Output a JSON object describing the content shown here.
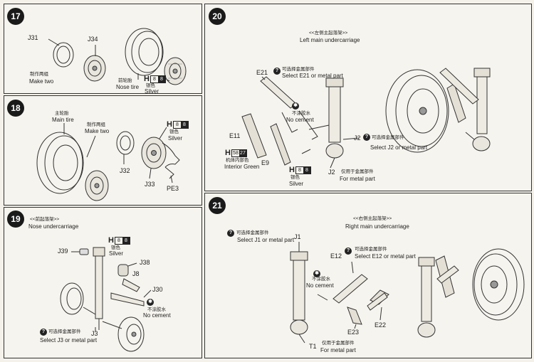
{
  "steps": {
    "s17": {
      "number": "17",
      "parts": {
        "j31": "J31",
        "j34": "J34"
      },
      "make_two": {
        "cn": "制作两组",
        "en": "Make two"
      },
      "nose_tire": {
        "cn": "前轮胎",
        "en": "Nose tire"
      },
      "paint": {
        "h": "H",
        "code": "8",
        "mark": "8",
        "cn": "银色",
        "en": "Silver"
      }
    },
    "s18": {
      "number": "18",
      "main_tire": {
        "cn": "主轮胎",
        "en": "Main tire"
      },
      "make_two": {
        "cn": "制作两组",
        "en": "Make two"
      },
      "paint": {
        "h": "H",
        "code": "8",
        "mark": "8",
        "cn": "银色",
        "en": "Silver"
      },
      "parts": {
        "j32": "J32",
        "j33": "J33",
        "pe3": "PE3"
      }
    },
    "s19": {
      "number": "19",
      "title": {
        "cn": "<<前起落架>>",
        "en": "Nose undercarriage"
      },
      "paint": {
        "h": "H",
        "code": "8",
        "mark": "8",
        "cn": "银色",
        "en": "Silver"
      },
      "parts": {
        "j39": "J39",
        "j38": "J38",
        "j8": "J8",
        "j30": "J30",
        "j3": "J3"
      },
      "no_cement": {
        "cn": "不涂胶水",
        "en": "No cement"
      },
      "select": {
        "cn": "可选择金属部件",
        "en": "Select J3 or metal part"
      }
    },
    "s20": {
      "number": "20",
      "title": {
        "cn": "<<左侧主起落架>>",
        "en": "Left main undercarriage"
      },
      "select_e21": {
        "cn": "可选择金属部件",
        "en": "Select E21 or metal part"
      },
      "parts": {
        "e21": "E21",
        "e11": "E11",
        "e9": "E9",
        "j2": "J2",
        "j2b": "J2"
      },
      "no_cement": {
        "cn": "不涂胶水",
        "en": "No cement"
      },
      "select_j2": {
        "cn": "可选择金属部件",
        "en": "Select J2 or metal part"
      },
      "paint_green": {
        "h": "H",
        "code": "58",
        "mark": "27",
        "cn": "机体内部色",
        "en": "Interior Green"
      },
      "paint_silver": {
        "h": "H",
        "code": "8",
        "mark": "8",
        "cn": "银色",
        "en": "Silver"
      },
      "metal_only": {
        "cn": "仅用于金属部件",
        "en": "For metal part"
      }
    },
    "s21": {
      "number": "21",
      "title": {
        "cn": "<<右侧主起落架>>",
        "en": "Right main undercarriage"
      },
      "select_j1": {
        "cn": "可选择金属部件",
        "en": "Select J1 or metal part"
      },
      "select_e12": {
        "cn": "可选择金属部件",
        "en": "Select E12 or metal part"
      },
      "parts": {
        "j1": "J1",
        "e12": "E12",
        "e23": "E23",
        "e22": "E22",
        "t1": "T1"
      },
      "no_cement": {
        "cn": "不涂胶水",
        "en": "No cement"
      },
      "metal_only": {
        "cn": "仅用于金属部件",
        "en": "For metal part"
      }
    }
  },
  "icons": {
    "optional": "question-mark-icon",
    "no_glue": "no-glue-icon"
  }
}
